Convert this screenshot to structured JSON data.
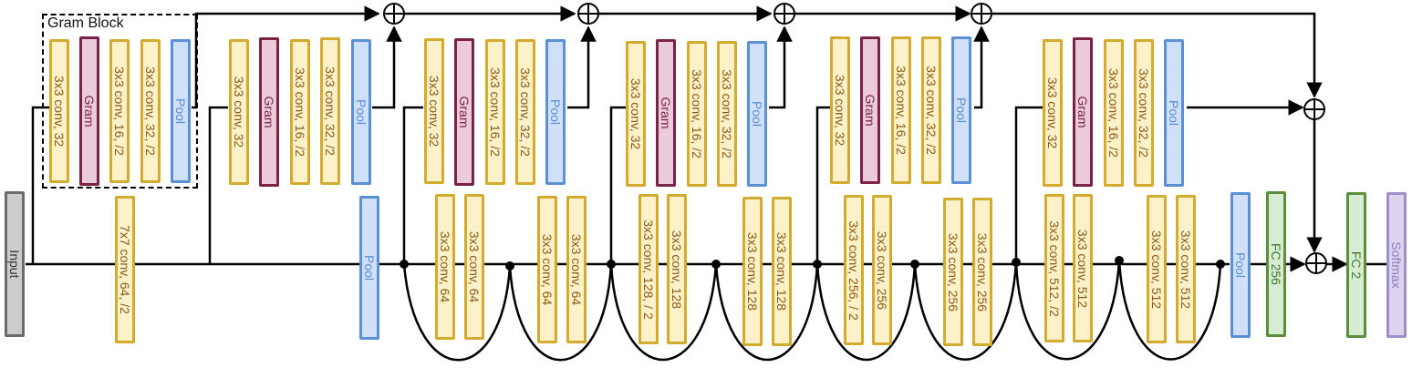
{
  "gram_block_label": "Gram Block",
  "colors": {
    "conv": "#fdf1c9",
    "gram": "#eccbd9",
    "pool": "#cfe0f8",
    "input": "#cccccc",
    "fc": "#d8ebd3",
    "softmax": "#dcd3ee"
  },
  "main_path": {
    "input": "Input",
    "stem_conv": "7x7 conv, 64, /2",
    "pool": "Pool",
    "convs": [
      "3x3 conv, 64",
      "3x3 conv, 64",
      "3x3 conv, 64",
      "3x3 conv, 64",
      "3x3 conv, 128, / 2",
      "3x3 conv, 128",
      "3x3 conv, 128",
      "3x3 conv, 128",
      "3x3 conv, 256, / 2",
      "3x3 conv, 256",
      "3x3 conv, 256",
      "3x3 conv, 256",
      "3x3 conv, 512, /2",
      "3x3 conv, 512",
      "3x3 conv, 512",
      "3x3 conv, 512"
    ],
    "final_pool": "Pool",
    "fc1": "FC 256",
    "fc2": "FC 2",
    "softmax": "Softmax"
  },
  "gram_blocks": [
    {
      "conv_a": "3x3 conv, 32",
      "gram": "Gram",
      "conv_b": "3x3 conv, 16, /2",
      "conv_c": "3x3 conv, 32, /2",
      "pool": "Pool"
    },
    {
      "conv_a": "3x3 conv, 32",
      "gram": "Gram",
      "conv_b": "3x3 conv, 16, /2",
      "conv_c": "3x3 conv, 32, /2",
      "pool": "Pool"
    },
    {
      "conv_a": "3x3 conv, 32",
      "gram": "Gram",
      "conv_b": "3x3 conv, 16, /2",
      "conv_c": "3x3 conv, 32, /2",
      "pool": "Pool"
    },
    {
      "conv_a": "3x3 conv, 32",
      "gram": "Gram",
      "conv_b": "3x3 conv, 16, /2",
      "conv_c": "3x3 conv, 32, /2",
      "pool": "Pool"
    },
    {
      "conv_a": "3x3 conv, 32",
      "gram": "Gram",
      "conv_b": "3x3 conv, 16, /2",
      "conv_c": "3x3 conv, 32, /2",
      "pool": "Pool"
    },
    {
      "conv_a": "3x3 conv, 32",
      "gram": "Gram",
      "conv_b": "3x3 conv, 16, /2",
      "conv_c": "3x3 conv, 32, /2",
      "pool": "Pool"
    }
  ]
}
